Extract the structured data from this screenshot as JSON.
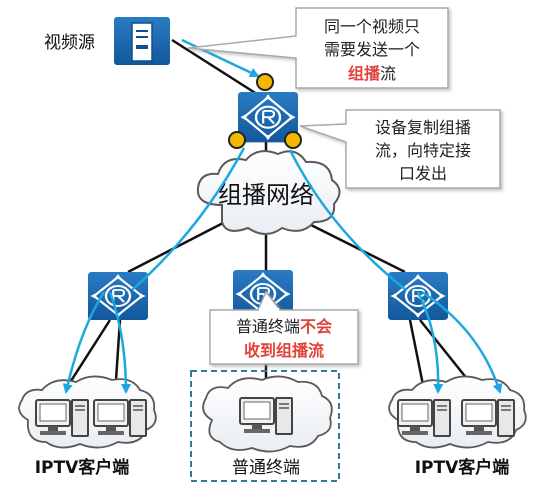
{
  "labels": {
    "video_source": "视频源",
    "multicast_network": "组播网络",
    "iptv_client_left": "IPTV客户端",
    "iptv_client_right": "IPTV客户端",
    "normal_terminal": "普通终端"
  },
  "callouts": {
    "top": {
      "line1": "同一个视频只",
      "line2": "需要发送一个",
      "emphasis": "组播",
      "suffix": "流"
    },
    "right": {
      "line1": "设备复制组播",
      "line2": "流，向特定接",
      "line3": "口发出"
    },
    "middle": {
      "prefix": "普通终端",
      "emphasis1": "不会",
      "line2": "收到组播流"
    }
  },
  "icons": {
    "router": "router-icon",
    "server": "server-icon",
    "pc": "pc-icon",
    "cloud": "cloud-icon"
  },
  "colors": {
    "router_blue": "#1763a8",
    "stream_blue": "#1ba8e0",
    "port_yellow": "#f5b800",
    "emphasis_red": "#e0443c",
    "dashed_teal": "#2e7d8c"
  }
}
